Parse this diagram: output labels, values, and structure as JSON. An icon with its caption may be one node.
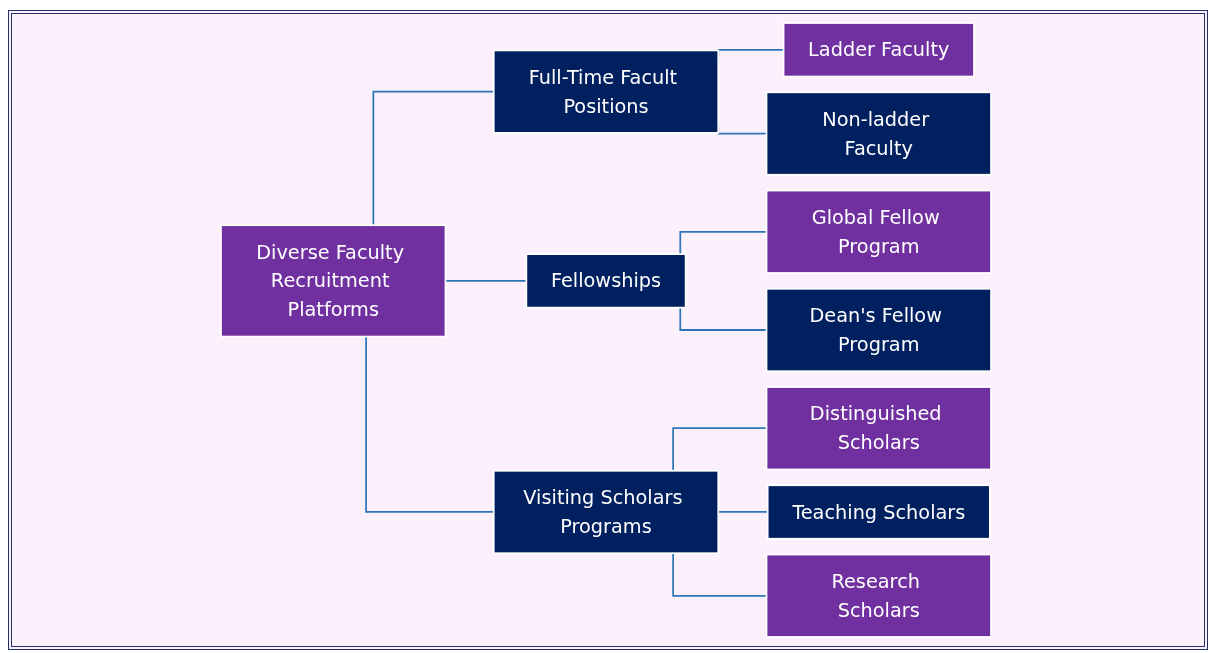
{
  "diagram": {
    "nodes": [
      {
        "text": [
          "Diverse Faculty Recruitment Platforms"
        ]
      },
      {
        "text": [
          "Full-Time Facult Positions"
        ]
      },
      {
        "text": [
          "Fellowships"
        ]
      },
      {
        "text": [
          "Visiting Scholars Programs"
        ]
      },
      {
        "text": [
          "Ladder Faculty"
        ]
      },
      {
        "text": [
          "Non-ladder Faculty"
        ]
      },
      {
        "text": [
          "Global Fellow Program"
        ]
      },
      {
        "text": [
          "Dean's Fellow Program"
        ]
      },
      {
        "text": [
          "Distinguished Scholars"
        ]
      },
      {
        "text": [
          "Teaching Scholars"
        ]
      },
      {
        "text": [
          "Research Scholars"
        ]
      }
    ],
    "edges": [
      {
        "from": 0,
        "to": 1,
        "arrow": "none"
      },
      {
        "from": 0,
        "to": 2,
        "arrow": "none"
      },
      {
        "from": 0,
        "to": 3,
        "arrow": "none"
      },
      {
        "from": 1,
        "to": 4,
        "arrow": "none"
      },
      {
        "from": 1,
        "to": 5,
        "arrow": "none"
      },
      {
        "from": 2,
        "to": 6,
        "arrow": "none"
      },
      {
        "from": 2,
        "to": 7,
        "arrow": "none"
      },
      {
        "from": 3,
        "to": 8,
        "arrow": "none"
      },
      {
        "from": 3,
        "to": 9,
        "arrow": "none"
      },
      {
        "from": 3,
        "to": 10,
        "arrow": "none"
      }
    ]
  }
}
